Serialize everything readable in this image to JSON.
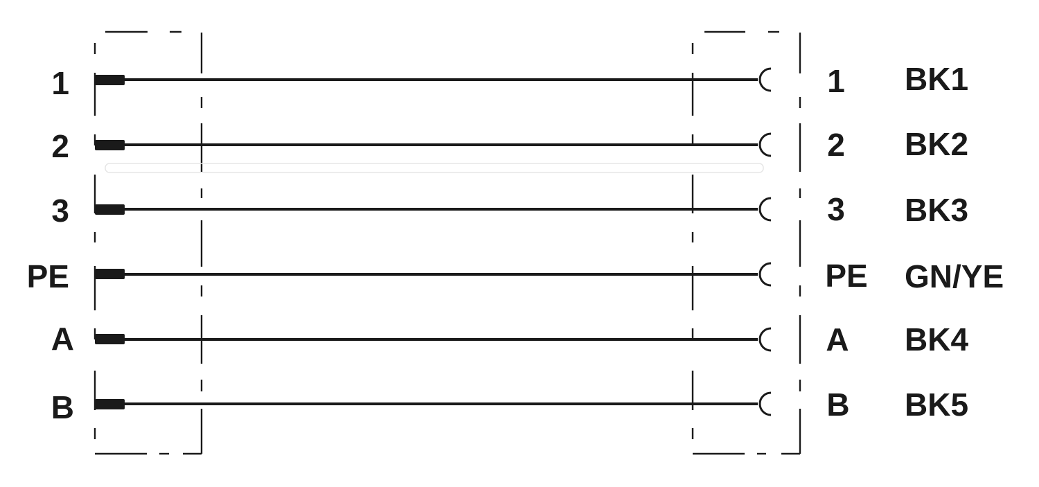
{
  "connections": [
    {
      "left_pin": "1",
      "right_pin": "1",
      "wire_color": "BK1"
    },
    {
      "left_pin": "2",
      "right_pin": "2",
      "wire_color": "BK2"
    },
    {
      "left_pin": "3",
      "right_pin": "3",
      "wire_color": "BK3"
    },
    {
      "left_pin": "PE",
      "right_pin": "PE",
      "wire_color": "GN/YE"
    },
    {
      "left_pin": "A",
      "right_pin": "A",
      "wire_color": "BK4"
    },
    {
      "left_pin": "B",
      "right_pin": "B",
      "wire_color": "BK5"
    }
  ],
  "colors": {
    "line": "#1a1a1a",
    "background": "#ffffff"
  }
}
